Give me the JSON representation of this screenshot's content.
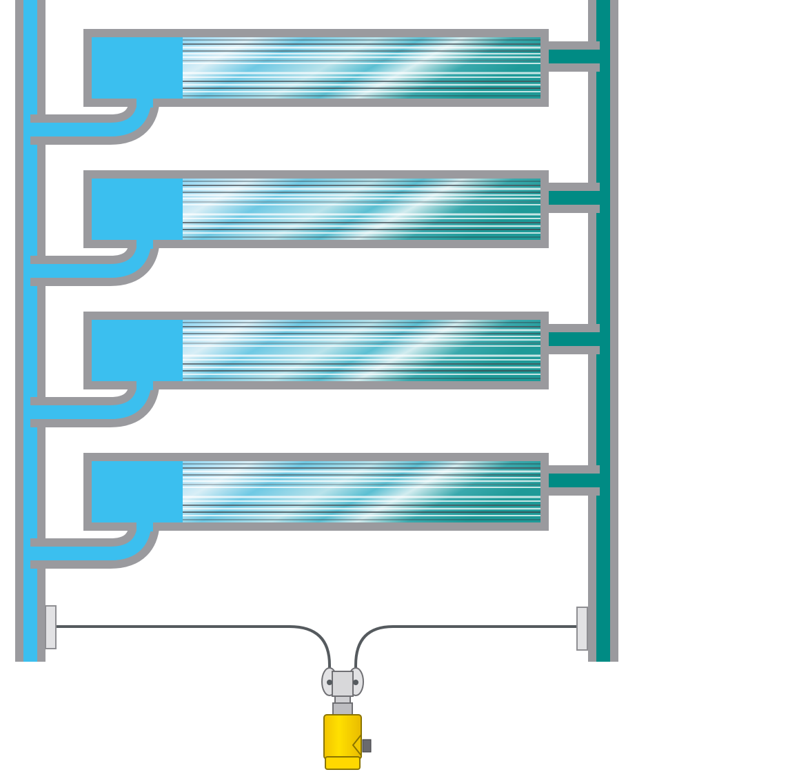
{
  "diagram": {
    "description_visible_text": "",
    "colors": {
      "background": "#ffffff",
      "pipe_wall": "#9a9a9e",
      "inlet_fluid": "#3bbfef",
      "outlet_fluid": "#008b84",
      "capillary": "#555a5e",
      "seal_flange": "#e2e2e4",
      "transmitter_body": "#ffd800",
      "transmitter_neck": "#cfcfd2"
    },
    "filter_vessels": [
      {
        "id": "vessel-1",
        "position": "top"
      },
      {
        "id": "vessel-2",
        "position": "second"
      },
      {
        "id": "vessel-3",
        "position": "third"
      },
      {
        "id": "vessel-4",
        "position": "bottom"
      }
    ],
    "components": {
      "inlet_header": "inlet-header-pipe",
      "outlet_header": "outlet-header-pipe",
      "diaphragm_seals": [
        "left-diaphragm-seal",
        "right-diaphragm-seal"
      ],
      "capillaries": [
        "left-capillary-line",
        "right-capillary-line"
      ],
      "instrument": "differential-pressure-transmitter"
    }
  }
}
